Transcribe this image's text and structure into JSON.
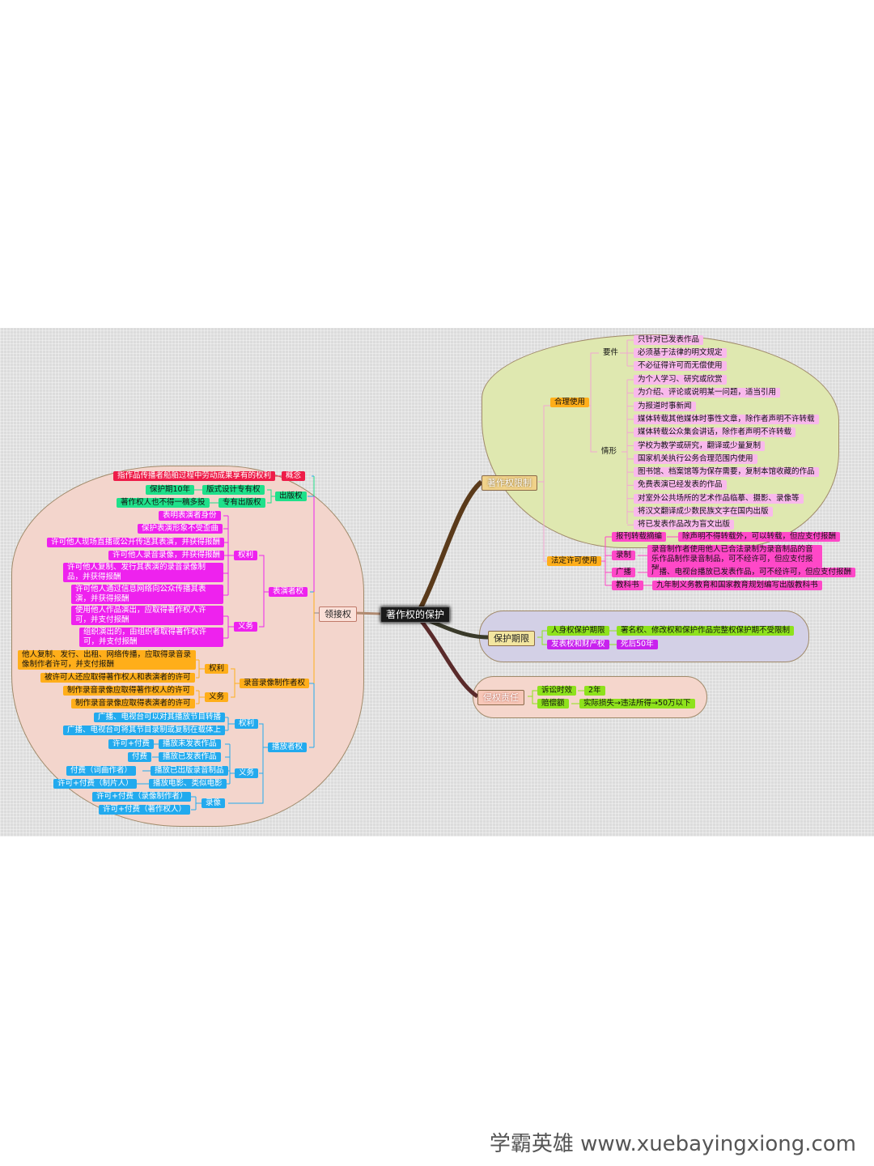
{
  "root": "著作权的保护",
  "right": {
    "limit": {
      "label": "著作权限制",
      "fair_use": {
        "label": "合理使用",
        "requirements": {
          "label": "要件",
          "items": [
            "只针对已发表作品",
            "必须基于法律的明文规定",
            "不必征得许可而无偿使用"
          ]
        },
        "situations": {
          "label": "情形",
          "items": [
            "为个人学习、研究或欣赏",
            "为介绍、评论或说明某一问题，适当引用",
            "为报道时事新闻",
            "媒体转载其他媒体时事性文章，除作者声明不许转载",
            "媒体转载公众集会讲话，除作者声明不许转载",
            "学校为教学或研究，翻译或少量复制",
            "国家机关执行公务合理范围内使用",
            "图书馆、档案馆等为保存需要，复制本馆收藏的作品",
            "免费表演已经发表的作品",
            "对室外公共场所的艺术作品临摹、摄影、录像等",
            "将汉文翻译成少数民族文字在国内出版",
            "将已发表作品改为盲文出版"
          ]
        }
      },
      "statutory": {
        "label": "法定许可使用",
        "items": [
          {
            "label": "报刊转载摘编",
            "desc": "除声明不得转载外，可以转载，但应支付报酬"
          },
          {
            "label": "录制",
            "desc": "录音制作者使用他人已合法录制为录音制品的音乐作品制作录音制品，可不经许可，但应支付报酬"
          },
          {
            "label": "广播",
            "desc": "广播、电视台播放已发表作品，可不经许可，但应支付报酬"
          },
          {
            "label": "教科书",
            "desc": "九年制义务教育和国家教育规划编写出版教科书"
          }
        ]
      }
    },
    "term": {
      "label": "保护期限",
      "items": [
        {
          "label": "人身权保护期限",
          "desc": "署名权、修改权和保护作品完整权保护期不受限制"
        },
        {
          "label": "发表权和财产权",
          "desc": "死后50年"
        }
      ]
    },
    "infringe": {
      "label": "侵权责任",
      "items": [
        {
          "label": "诉讼时效",
          "desc": "2年"
        },
        {
          "label": "赔偿额",
          "desc": "实际损失→违法所得→50万以下"
        }
      ]
    }
  },
  "left": {
    "label": "领接权",
    "concept": {
      "label": "概念",
      "desc": "指作品传播者船舶过程中劳动成果享有的权利"
    },
    "publish": {
      "label": "出版权",
      "items": [
        {
          "label": "版式设计专有权",
          "desc": "保护期10年"
        },
        {
          "label": "专有出版权",
          "desc": "著作权人也不得一稿多投"
        }
      ]
    },
    "performer": {
      "label": "表演者权",
      "rights": {
        "label": "权利",
        "items": [
          "表明表演者身份",
          "保护表演形象不受歪曲",
          "许可他人现场直播或公开传送其表演，并获得报酬",
          "许可他人录音录像，并获得报酬",
          "许可他人复制、发行其表演的录音录像制品，并获得报酬",
          "许可他人通过信息网络向公众传播其表演，并获得报酬"
        ]
      },
      "duties": {
        "label": "义务",
        "items": [
          "使用他人作品演出，应取得著作权人许可，并支付报酬",
          "组织演出的，由组织者取得著作权许可，并支付报酬"
        ]
      }
    },
    "recorder": {
      "label": "录音录像制作者权",
      "rights": {
        "label": "权利",
        "items": [
          "他人复制、发行、出租、网络传播，应取得录音录像制作者许可，并支付报酬",
          "被许可人还应取得著作权人和表演者的许可"
        ]
      },
      "duties": {
        "label": "义务",
        "items": [
          "制作录音录像应取得著作权人的许可",
          "制作录音录像应取得表演者的许可"
        ]
      }
    },
    "broadcaster": {
      "label": "播放者权",
      "rights": {
        "label": "权利",
        "items": [
          "广播、电视台可以对其播放节目转播",
          "广播、电视台可将其节目录制或复制在载体上"
        ]
      },
      "duties": {
        "label": "义务",
        "items": [
          {
            "label": "播放未发表作品",
            "desc": "许可+付费"
          },
          {
            "label": "播放已发表作品",
            "desc": "付费"
          },
          {
            "label": "播放已出版录音制品",
            "desc": "付费（词曲作者）"
          },
          {
            "label": "播放电影、类似电影",
            "desc": "许可+付费（制片人）"
          }
        ]
      },
      "video": {
        "label": "录像",
        "items": [
          "许可+付费（录像制作者）",
          "许可+付费（著作权人）"
        ]
      }
    }
  },
  "footer": "学霸英雄 www.xuebayingxiong.com",
  "colors": {
    "root": "#1a1a1a",
    "red": "#ee1c48",
    "green": "#1fe08a",
    "magenta": "#ee22ee",
    "orange": "#ffae1a",
    "blue": "#22aaee",
    "pink": "#f9b9ec",
    "hotpink": "#ff48c8",
    "lime": "#8ee21c",
    "purple": "#c822ee"
  }
}
